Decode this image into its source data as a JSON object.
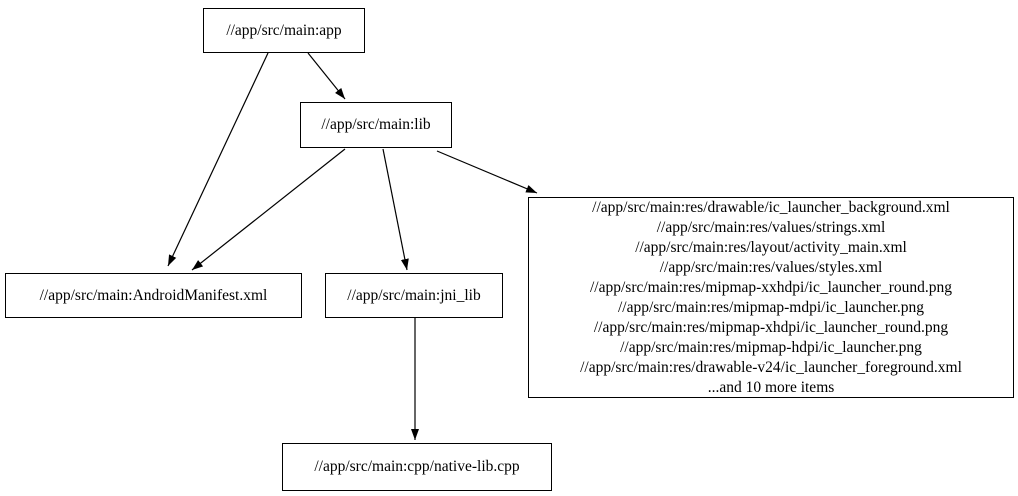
{
  "colors": {
    "background": "#ffffff",
    "node_border": "#000000",
    "text": "#000000",
    "edge": "#000000"
  },
  "nodes": {
    "app": {
      "label": "//app/src/main:app"
    },
    "lib": {
      "label": "//app/src/main:lib"
    },
    "android_manifest": {
      "label": "//app/src/main:AndroidManifest.xml"
    },
    "jni_lib": {
      "label": "//app/src/main:jni_lib"
    },
    "res_group": {
      "lines": [
        "//app/src/main:res/drawable/ic_launcher_background.xml",
        "//app/src/main:res/values/strings.xml",
        "//app/src/main:res/layout/activity_main.xml",
        "//app/src/main:res/values/styles.xml",
        "//app/src/main:res/mipmap-xxhdpi/ic_launcher_round.png",
        "//app/src/main:res/mipmap-mdpi/ic_launcher.png",
        "//app/src/main:res/mipmap-xhdpi/ic_launcher_round.png",
        "//app/src/main:res/mipmap-hdpi/ic_launcher.png",
        "//app/src/main:res/drawable-v24/ic_launcher_foreground.xml",
        "...and 10 more items"
      ]
    },
    "native_lib_cpp": {
      "label": "//app/src/main:cpp/native-lib.cpp"
    }
  },
  "edges": [
    {
      "from": "app",
      "to": "android_manifest"
    },
    {
      "from": "app",
      "to": "lib"
    },
    {
      "from": "lib",
      "to": "android_manifest"
    },
    {
      "from": "lib",
      "to": "jni_lib"
    },
    {
      "from": "lib",
      "to": "res_group"
    },
    {
      "from": "jni_lib",
      "to": "native_lib_cpp"
    }
  ]
}
